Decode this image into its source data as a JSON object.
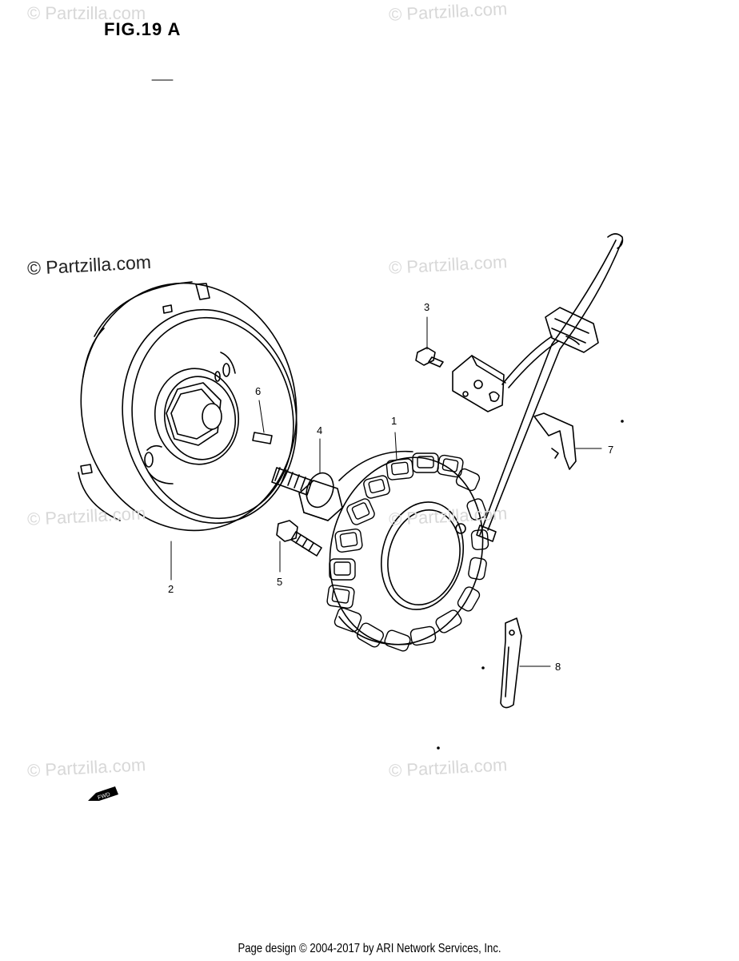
{
  "figure": {
    "title": "FIG.19 A"
  },
  "watermarks": [
    {
      "text": "© Partzilla.com",
      "style": "light"
    },
    {
      "text": "© Partzilla.com",
      "style": "light"
    },
    {
      "text": "© Partzilla.com",
      "style": "dark"
    },
    {
      "text": "© Partzilla.com",
      "style": "light"
    },
    {
      "text": "© Partzilla.com",
      "style": "light"
    },
    {
      "text": "© Partzilla.com",
      "style": "light"
    },
    {
      "text": "© Partzilla.com",
      "style": "light"
    },
    {
      "text": "© Partzilla.com",
      "style": "light"
    }
  ],
  "callouts": [
    "1",
    "2",
    "3",
    "4",
    "5",
    "6",
    "7",
    "8"
  ],
  "fwd_label": "FWD",
  "footer": "Page design © 2004-2017 by ARI Network Services, Inc."
}
